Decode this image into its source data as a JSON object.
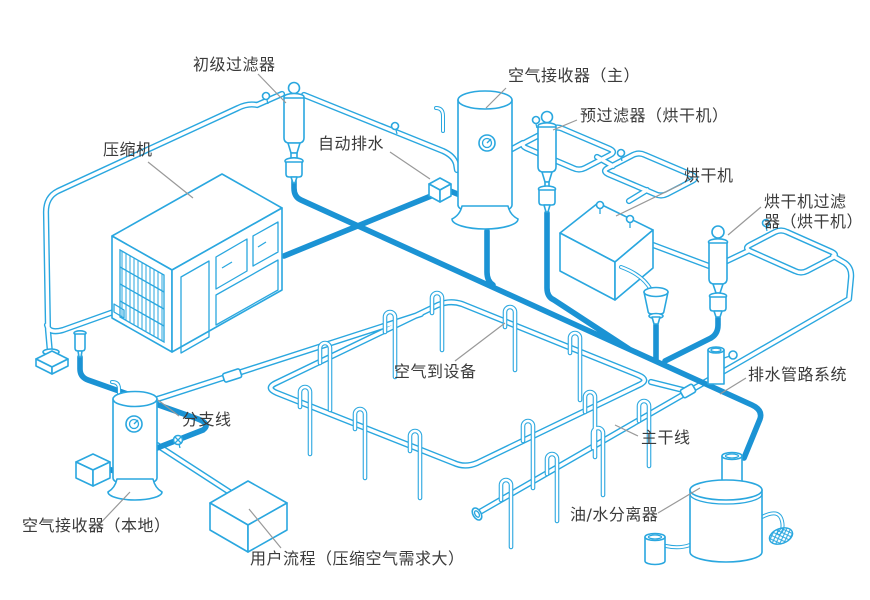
{
  "diagram": {
    "labels": {
      "primary_filter": "初级过滤器",
      "compressor": "压缩机",
      "auto_drain": "自动排水",
      "air_receiver_main": "空气接收器（主）",
      "pre_filter_dryer": "预过滤器（烘干机）",
      "dryer": "烘干机",
      "dryer_filter_line1": "烘干机过滤",
      "dryer_filter_line2": "器（烘干机）",
      "air_to_equipment": "空气到设备",
      "drain_piping_system": "排水管路系统",
      "branch_line": "分支线",
      "main_line": "主干线",
      "air_receiver_local": "空气接收器（本地）",
      "user_process": "用户流程（压缩空气需求大）",
      "oil_water_separator": "油/水分离器"
    },
    "colors": {
      "pipe_outline": "#2AA7DF",
      "drain_line": "#1B93D4",
      "leader_line": "#999999",
      "label_text": "#3B3B3B",
      "background": "#FFFFFF"
    }
  }
}
